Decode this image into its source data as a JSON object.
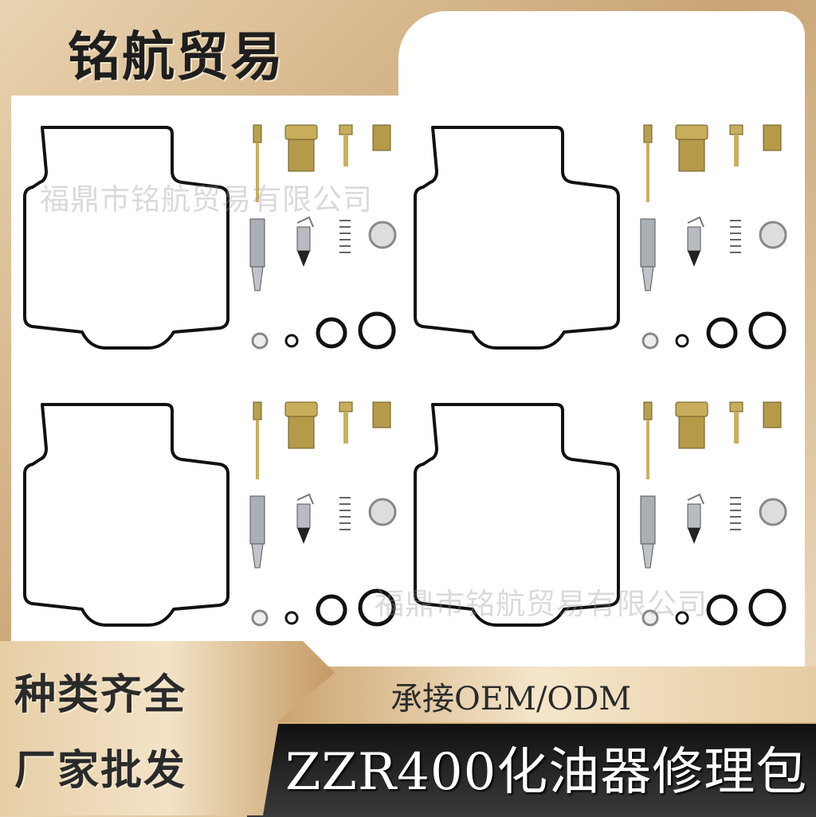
{
  "brand_title": "铭航贸易",
  "watermark": "福鼎市铭航贸易有限公司",
  "product_count": 4,
  "left_banner": {
    "line1": "种类齐全",
    "line2": "厂家批发"
  },
  "right_banner": {
    "subtitle": "承接OEM/ODM",
    "model_title": "ZZR400化油器修理包"
  },
  "colors": {
    "gold": "#c9a474",
    "dark": "#1a1a1a",
    "brass": "#b59a4a"
  }
}
